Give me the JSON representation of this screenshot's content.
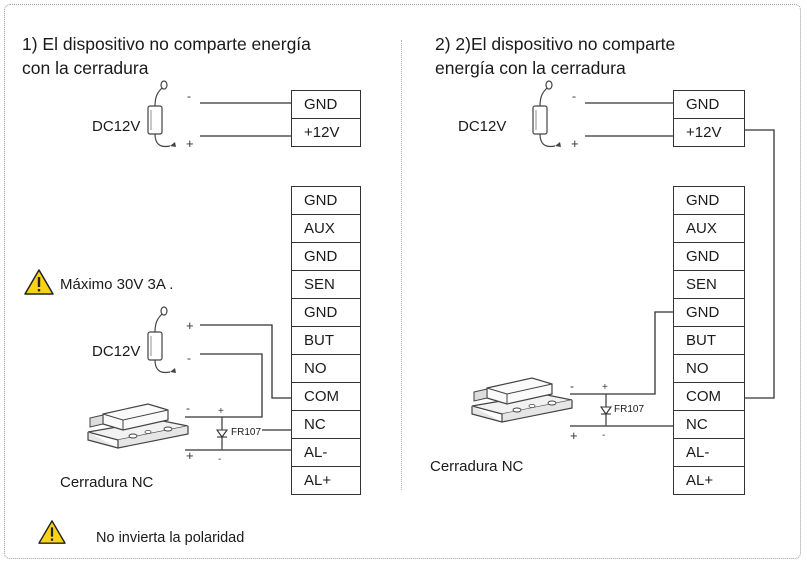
{
  "panel1": {
    "title_line1": "1) El dispositivo no comparte energía",
    "title_line2": "con la cerradura",
    "dc_top": "DC12V",
    "power_terminals": [
      "GND",
      "+12V"
    ],
    "main_terminals": [
      "GND",
      "AUX",
      "GND",
      "SEN",
      "GND",
      "BUT",
      "NO",
      "COM",
      "NC",
      "AL-",
      "AL+"
    ],
    "warning_text": "Máximo 30V 3A .",
    "dc_bottom": "DC12V",
    "diode_label": "FR107",
    "lock_label": "Cerradura NC"
  },
  "panel2": {
    "title_line1": "2) 2)El dispositivo no comparte",
    "title_line2": "energía con la cerradura",
    "dc_top": "DC12V",
    "power_terminals": [
      "GND",
      "+12V"
    ],
    "main_terminals": [
      "GND",
      "AUX",
      "GND",
      "SEN",
      "GND",
      "BUT",
      "NO",
      "COM",
      "NC",
      "AL-",
      "AL+"
    ],
    "diode_label": "FR107",
    "lock_label": "Cerradura NC"
  },
  "footer": {
    "polarity_note": "No invierta la polaridad"
  },
  "colors": {
    "warning_fill": "#f7d417",
    "line": "#333333"
  },
  "icons": [
    "warning-triangle-icon",
    "power-adapter-icon",
    "door-lock-icon",
    "diode-icon"
  ]
}
